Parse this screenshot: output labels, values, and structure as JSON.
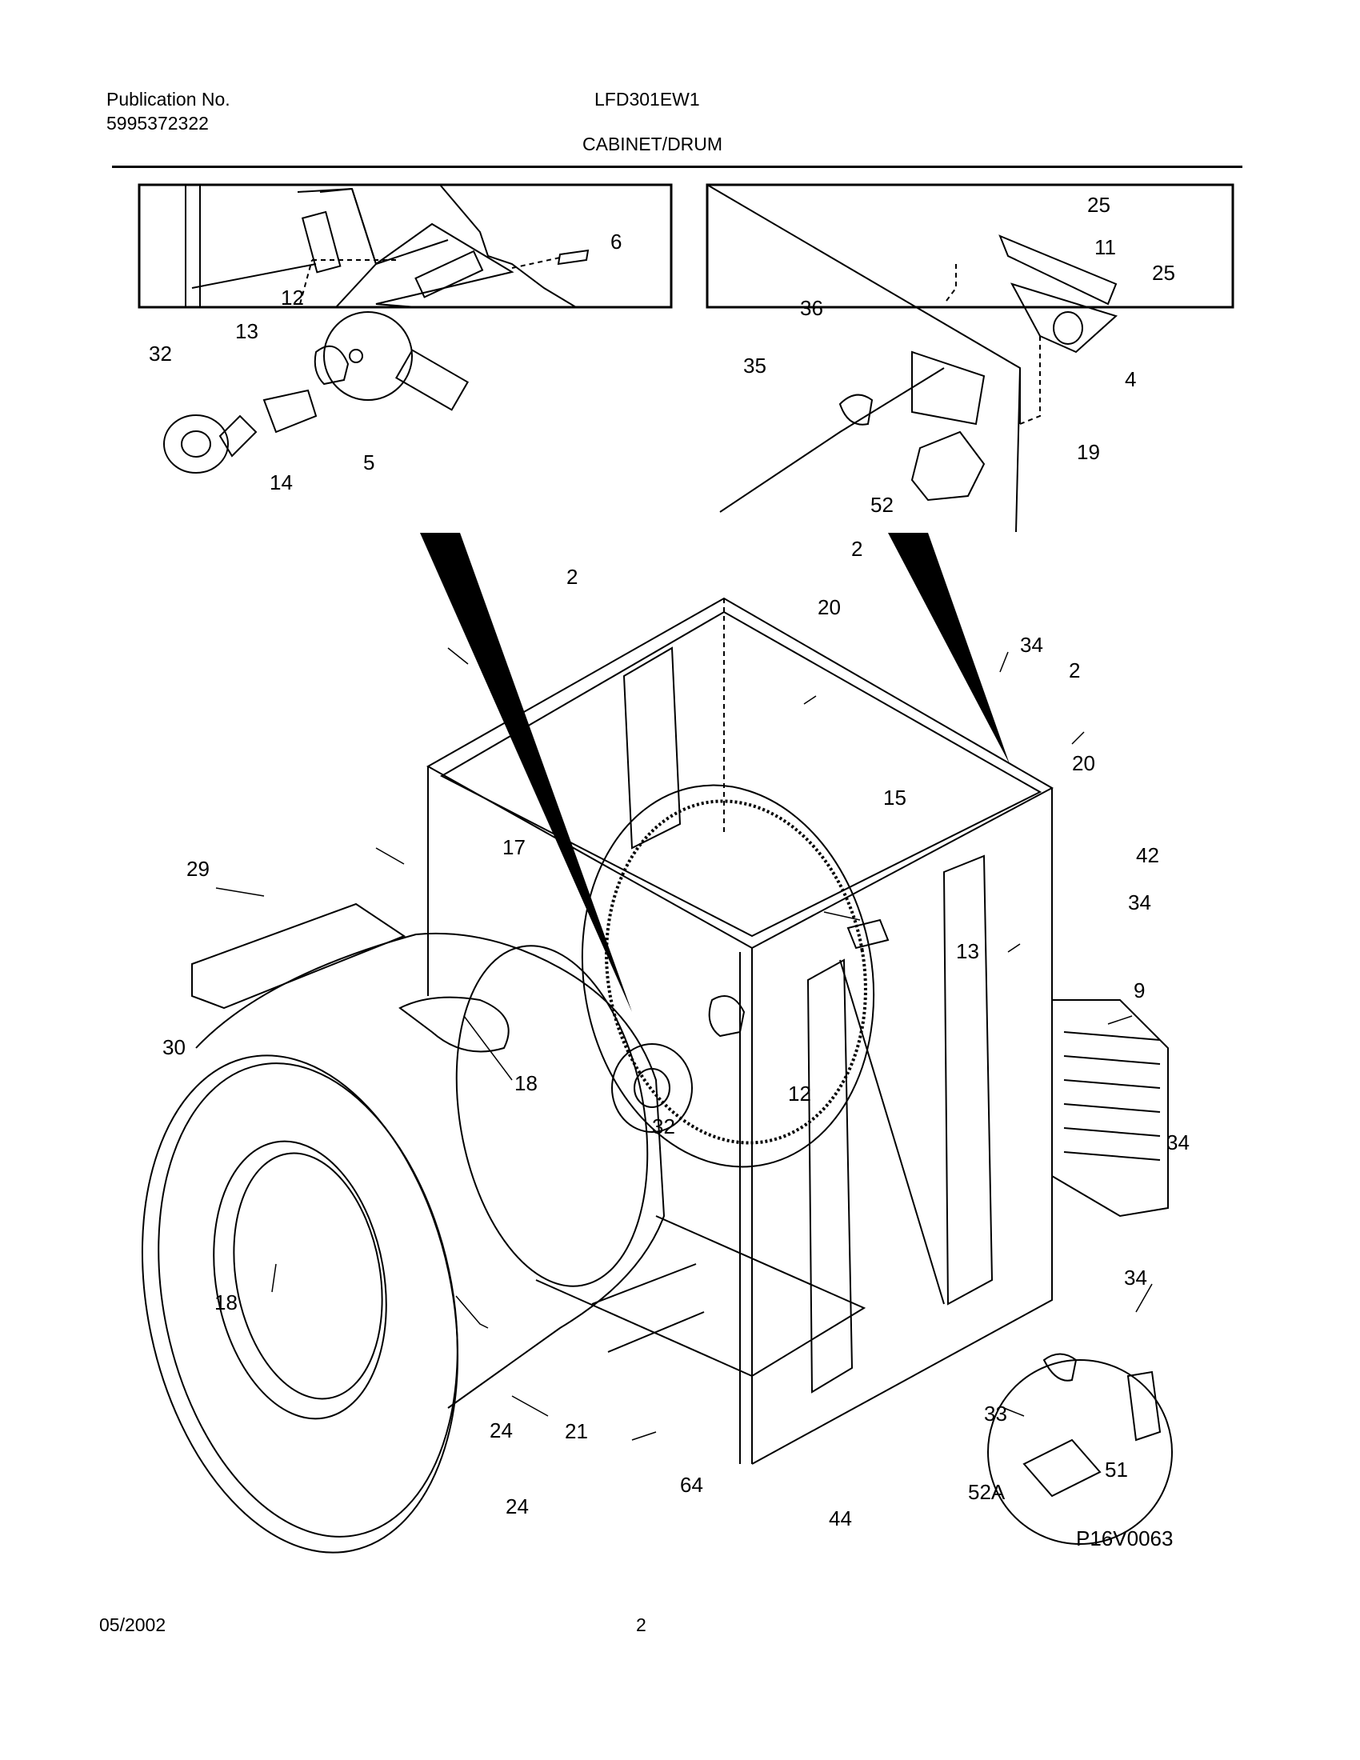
{
  "header": {
    "publication_label": "Publication No.",
    "publication_number": "5995372322",
    "model": "LFD301EW1",
    "section_title": "CABINET/DRUM"
  },
  "figure_code": "P16V0063",
  "footer": {
    "date": "05/2002",
    "page": "2"
  },
  "callouts": {
    "inset_left": [
      "6",
      "12",
      "13",
      "32",
      "14",
      "5"
    ],
    "inset_right": [
      "25",
      "11",
      "25",
      "36",
      "35",
      "4",
      "19",
      "52"
    ],
    "main": [
      "2",
      "2",
      "20",
      "34",
      "2",
      "20",
      "15",
      "42",
      "29",
      "17",
      "34",
      "13",
      "9",
      "30",
      "18",
      "12",
      "32",
      "34",
      "18",
      "34",
      "33",
      "24",
      "21",
      "51",
      "64",
      "52A",
      "24",
      "44"
    ]
  }
}
